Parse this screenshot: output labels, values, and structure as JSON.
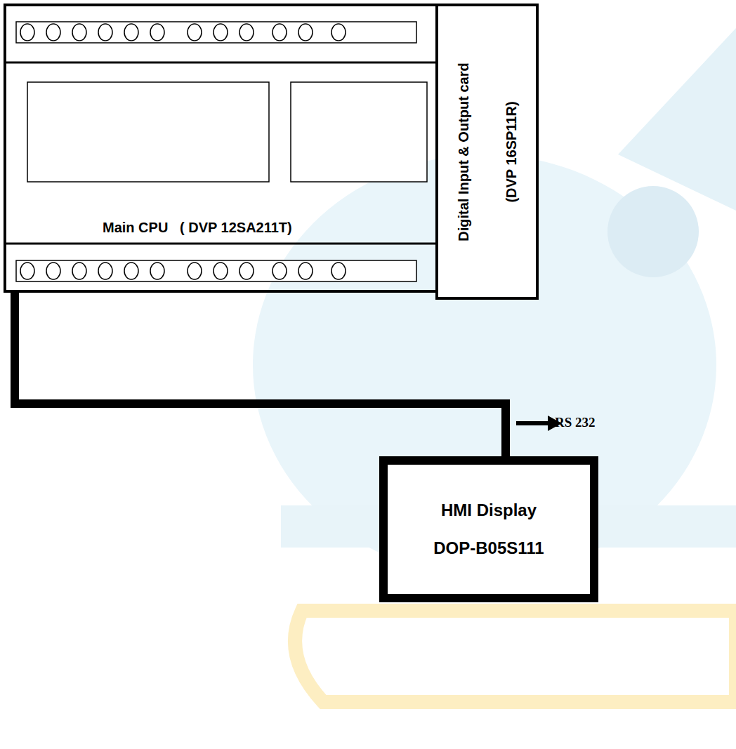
{
  "diagram": {
    "nodes": [
      {
        "text": [
          "Main CPU   ( DVP 12SA211T)"
        ]
      },
      {
        "text": [
          "Digital Input & Output card",
          "(DVP 16SP11R)"
        ]
      },
      {
        "text": [
          "HMI Display",
          "DOP-B05S111"
        ]
      }
    ],
    "edges": [
      {
        "from": 0,
        "to": 2,
        "arrow": "none",
        "label": "RS 232"
      }
    ]
  }
}
